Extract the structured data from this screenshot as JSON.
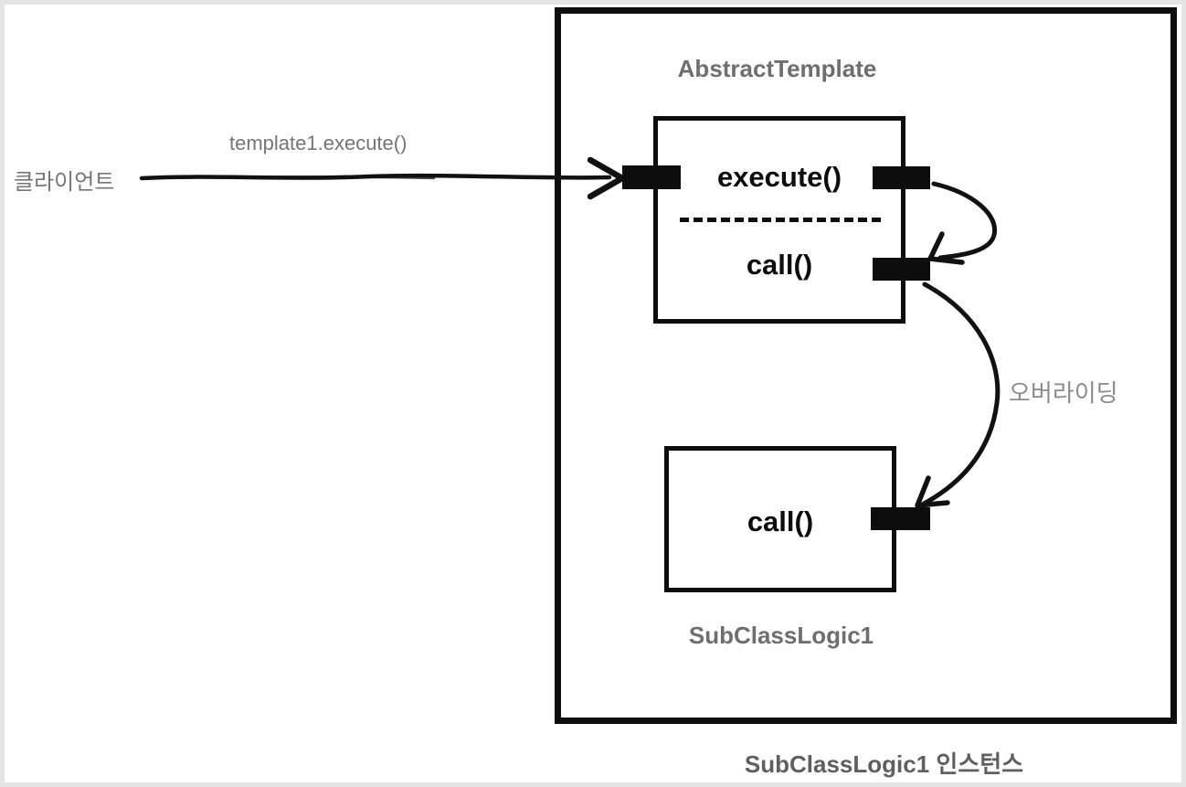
{
  "diagram": {
    "client_label": "클라이언트",
    "invocation_label": "template1.execute()",
    "container": {
      "title": "AbstractTemplate",
      "abstract_box": {
        "method_execute": "execute()",
        "method_call": "call()"
      },
      "sub_box": {
        "method_call": "call()",
        "label": "SubClassLogic1"
      },
      "override_label": "오버라이딩"
    },
    "instance_label": "SubClassLogic1 인스턴스"
  },
  "colors": {
    "line": "#111111",
    "box_border": "#0d0d0d",
    "frame_border": "#e4e4e4",
    "background": "#ffffff",
    "label_gray": "#757575",
    "title_gray": "#6e6e6e",
    "override_gray": "#8b8b8b",
    "instance_gray": "#5f5f5f"
  }
}
